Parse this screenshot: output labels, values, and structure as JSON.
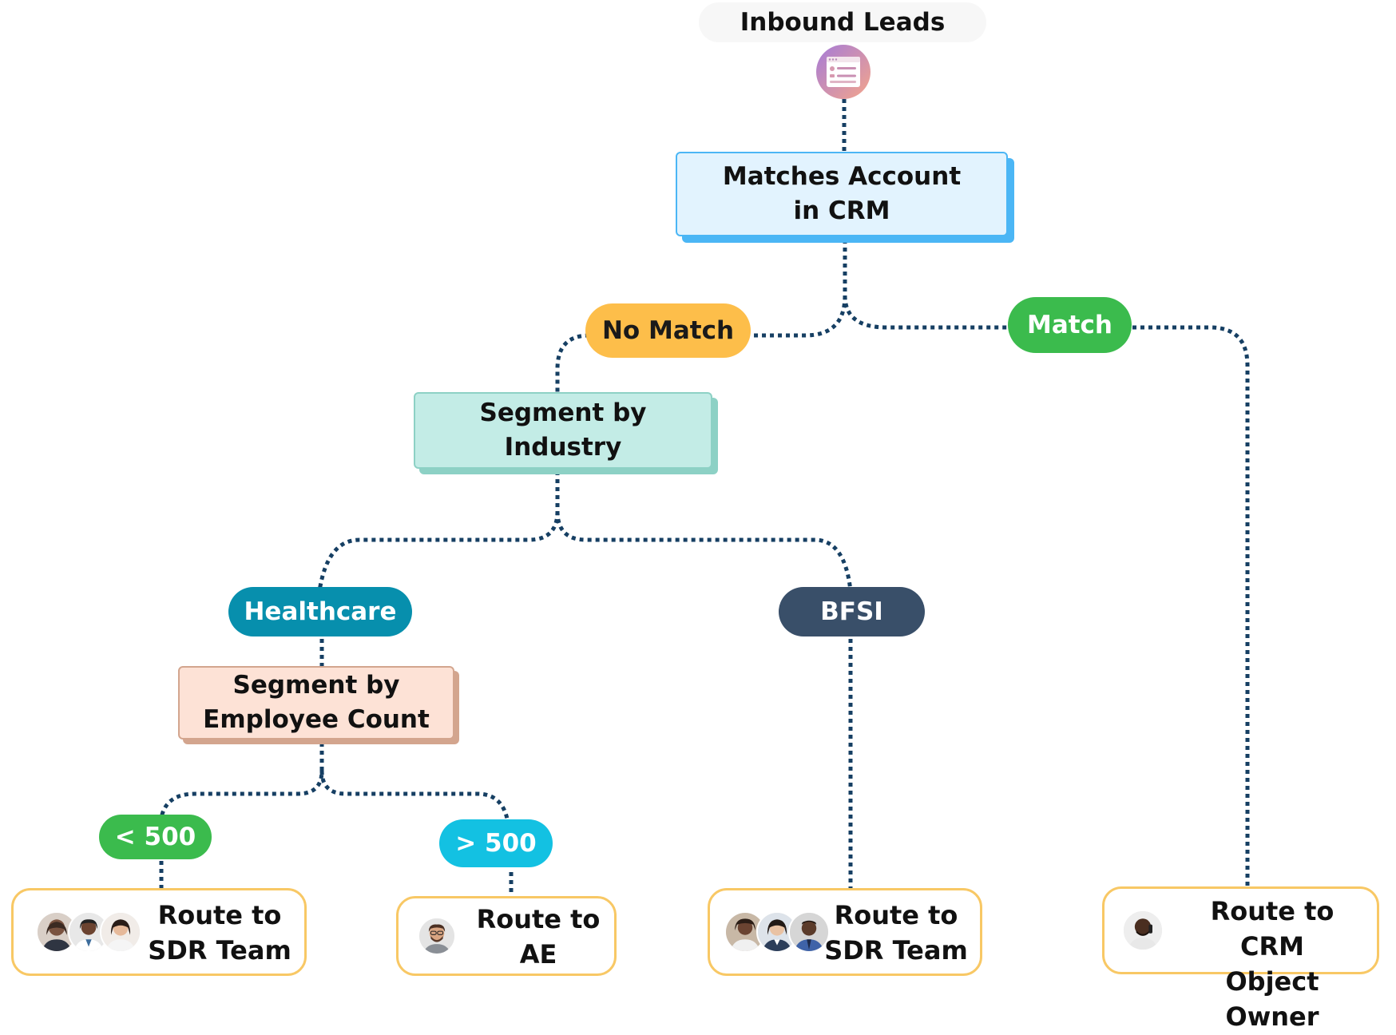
{
  "colors": {
    "connector": "#163f63",
    "matches_fill": "#e2f3fe",
    "matches_edge": "#4bb6f5",
    "industry_fill": "#c3ece6",
    "industry_edge": "#8dd1c5",
    "employee_fill": "#fde2d6",
    "employee_edge": "#d3a58e",
    "no_match": "#fdbe4a",
    "match": "#3bbb4d",
    "healthcare": "#078fad",
    "bfsi": "#394f69",
    "lt500": "#3bbb4d",
    "gt500": "#13c1e2",
    "route_border": "#f8c865"
  },
  "diagram": {
    "title": "Inbound Leads",
    "title_icon": "lead-form-icon",
    "nodes": {
      "matches_account": "Matches Account\nin CRM",
      "segment_industry": "Segment by\nIndustry",
      "segment_employee": "Segment by\nEmployee Count"
    },
    "branches": {
      "no_match": "No Match",
      "match": "Match",
      "healthcare": "Healthcare",
      "bfsi": "BFSI",
      "lt_500": "< 500",
      "gt_500": "> 500"
    },
    "routes": {
      "sdr_small": "Route to\nSDR Team",
      "ae": "Route to\nAE",
      "sdr_bfsi": "Route to\nSDR Team",
      "crm_owner": "Route to CRM\nObject Owner"
    }
  }
}
